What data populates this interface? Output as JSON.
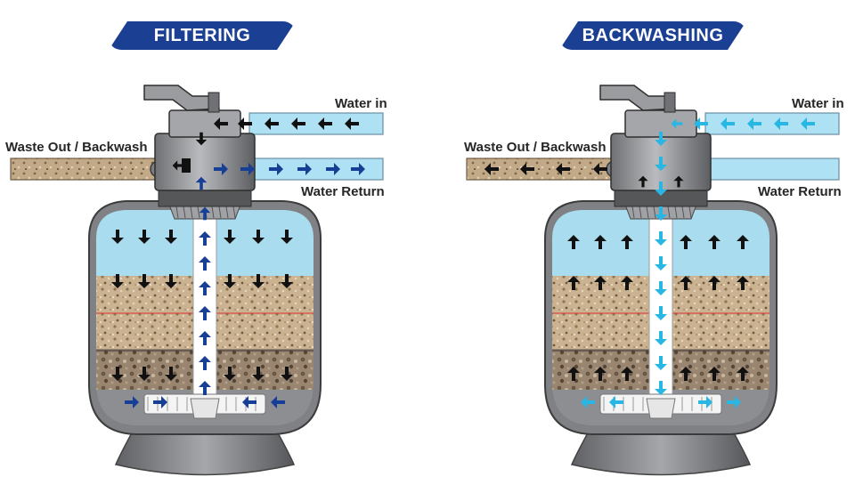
{
  "panels": [
    {
      "key": "filtering",
      "title": "FILTERING",
      "water_in_label": "Water in",
      "waste_label": "Waste Out / Backwash",
      "return_label": "Water Return",
      "flow": "down",
      "arrow_color": "#163f95"
    },
    {
      "key": "backwashing",
      "title": "BACKWASHING",
      "water_in_label": "Water in",
      "waste_label": "Waste Out / Backwash",
      "return_label": "Water Return",
      "flow": "up",
      "arrow_color": "#27b7e2"
    }
  ],
  "colors": {
    "badge": "#1b3f93",
    "water": "#a9dcef",
    "pipe_blue": "#aee1f4",
    "sand": "#cbb392",
    "gravel": "#9e8a70",
    "tank_body": "#8a8c8f",
    "dark_arrow": "#111111"
  },
  "icons": [
    "valve-handle-icon",
    "pressure-gauge-icon",
    "flow-arrow-icon"
  ]
}
